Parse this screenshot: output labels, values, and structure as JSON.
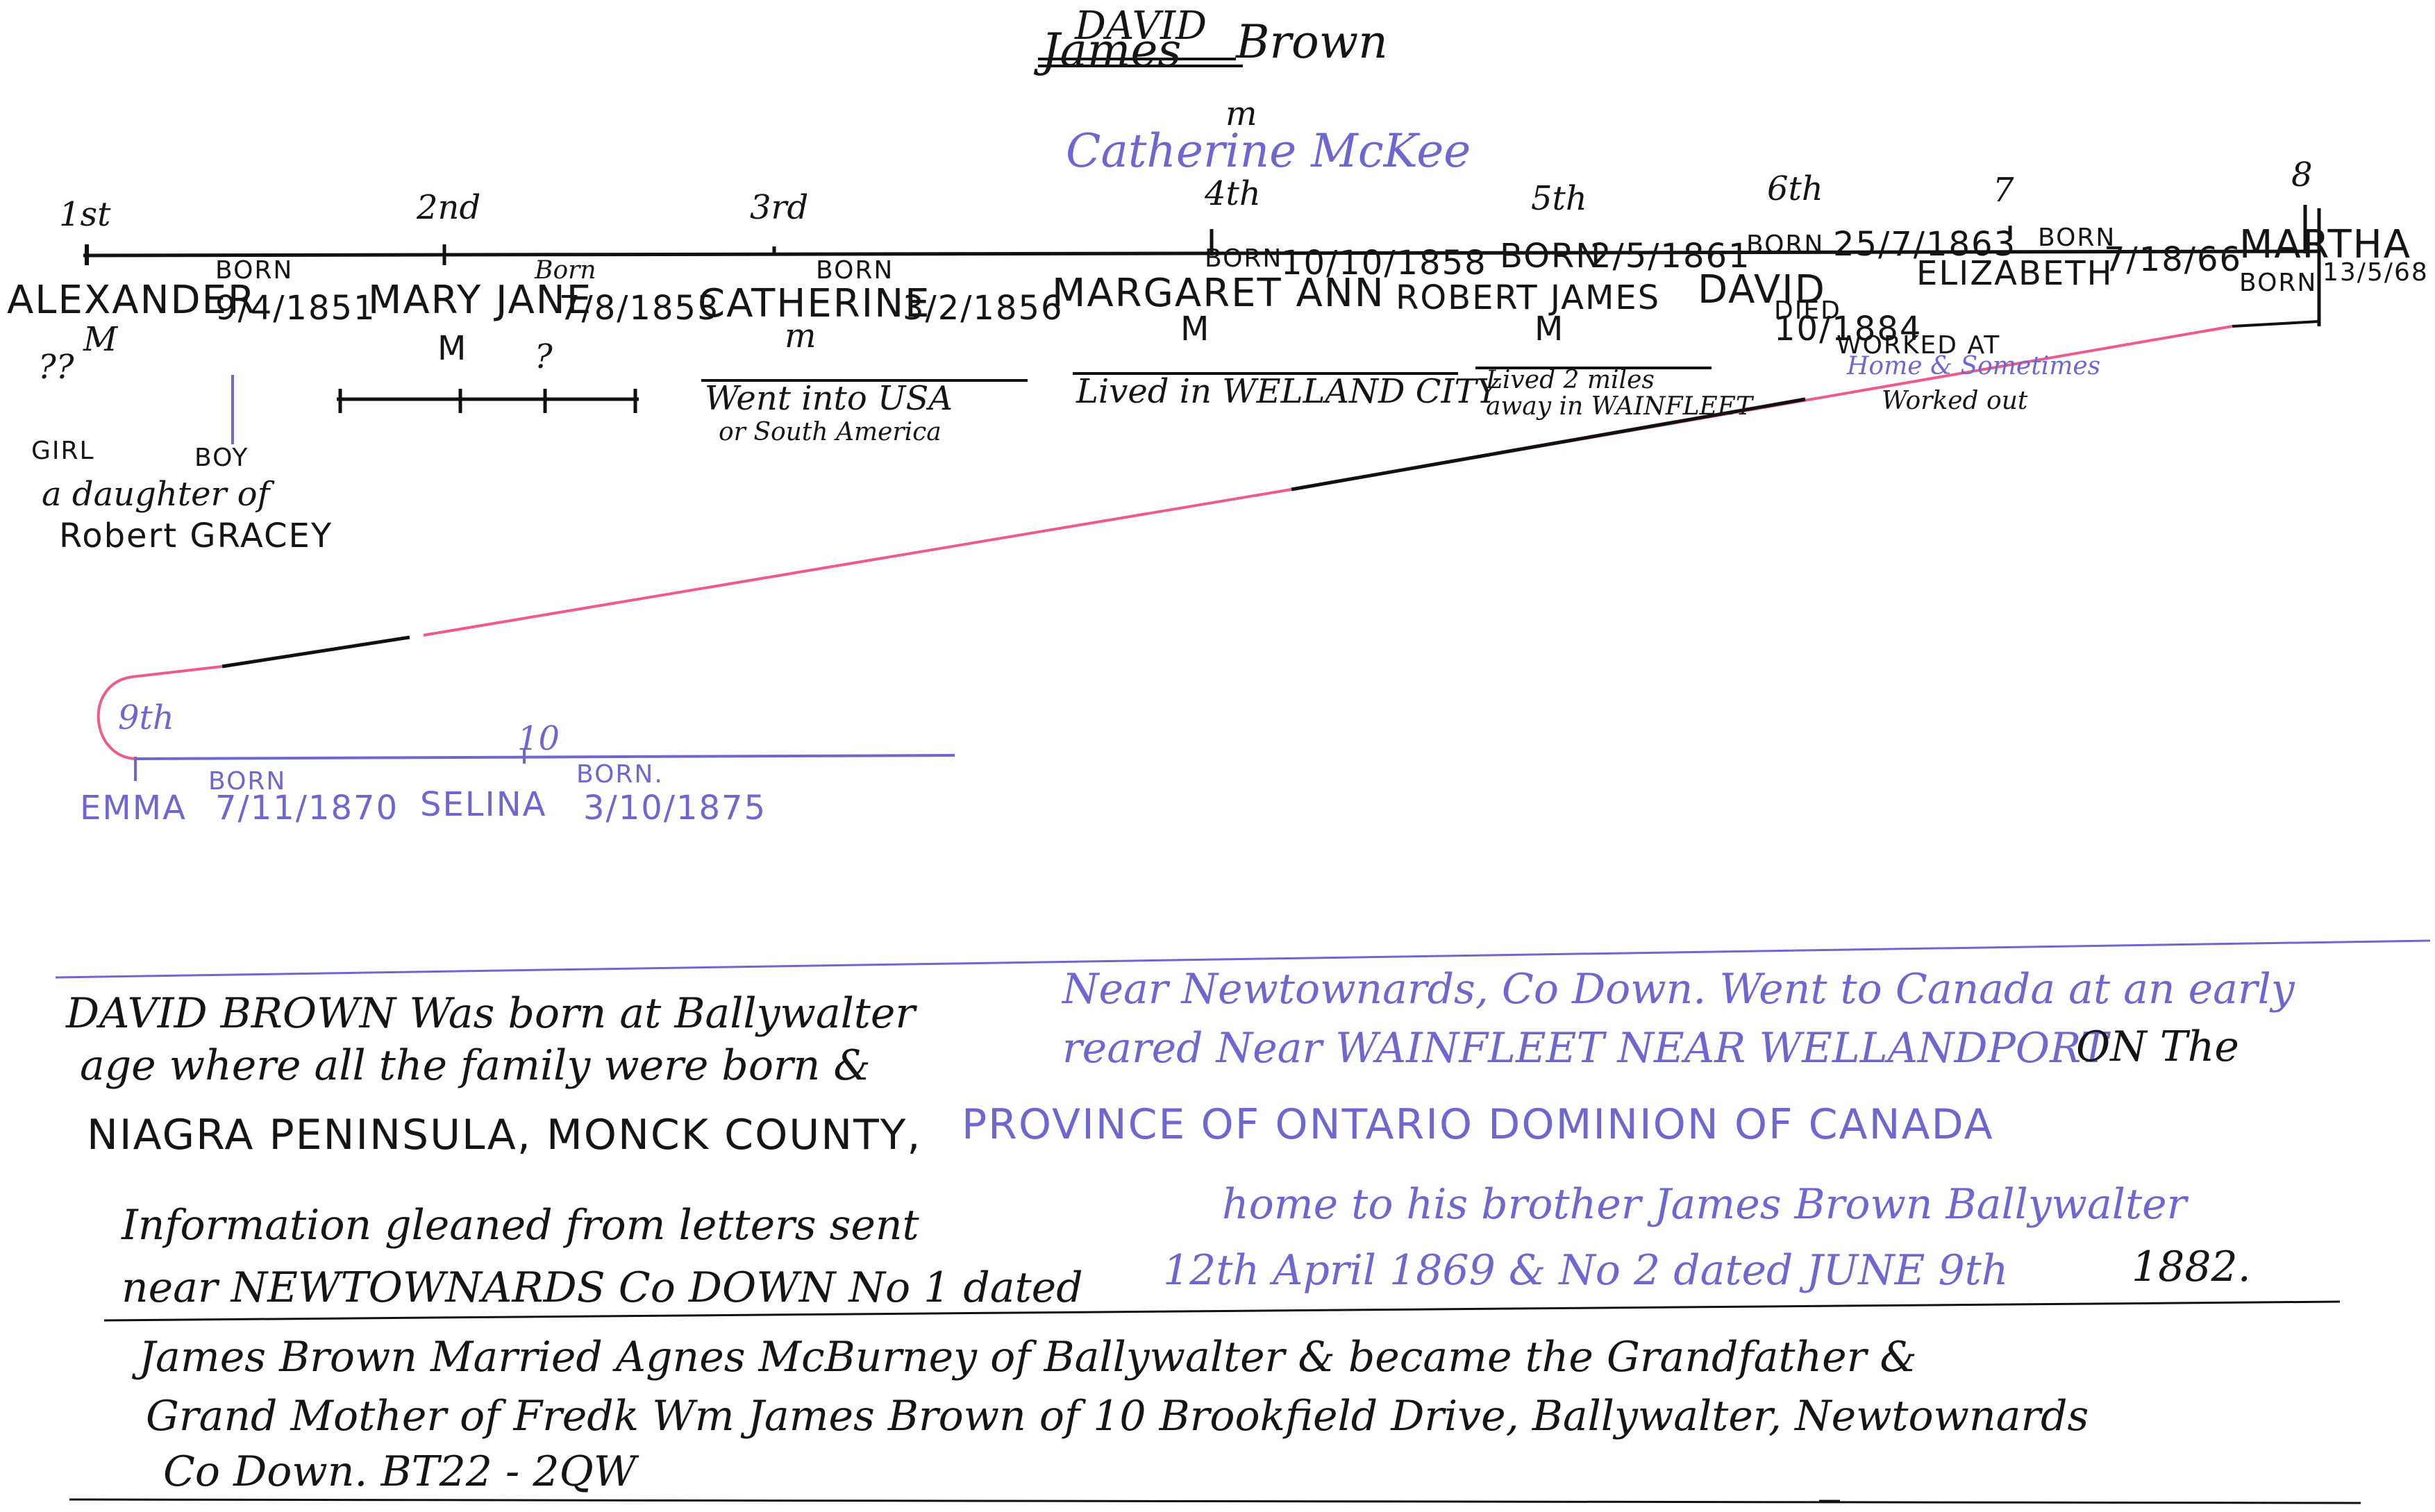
{
  "header": {
    "first_name": "DAVID",
    "struck_name": "James",
    "surname": "Brown",
    "married_mark": "m",
    "spouse": "Catherine McKee"
  },
  "ordinals": [
    "1st",
    "2nd",
    "3rd",
    "4th",
    "5th",
    "6th",
    "7",
    "8",
    "9th",
    "10"
  ],
  "children": {
    "alexander": {
      "name": "ALEXANDER",
      "born_label": "BORN",
      "dob": "9/4/1851",
      "married": "M"
    },
    "mary_jane": {
      "name": "MARY JANE",
      "born_label": "Born",
      "dob": "7/8/1853",
      "married": "M",
      "question": "?"
    },
    "catherine": {
      "name": "CATHERINE",
      "born_label": "BORN",
      "dob": "3/2/1856",
      "married": "m",
      "note_line1": "Went into USA",
      "note_line2": "or South America"
    },
    "margaret_ann": {
      "name": "MARGARET ANN",
      "born_label": "BORN",
      "dob": "10/10/1858",
      "married": "M",
      "note": "Lived in WELLAND CITY"
    },
    "robert_james": {
      "name": "ROBERT JAMES",
      "born_label": "BORN",
      "dob": "2/5/1861",
      "married": "M",
      "note_line1": "Lived 2 miles",
      "note_line2": "away in WAINFLEET"
    },
    "david": {
      "name": "DAVID",
      "born_label": "BORN",
      "dob": "25/7/1863",
      "died_label": "DIED",
      "died": "10/1884",
      "note_line1": "WORKED AT",
      "note_line2": "Home & Sometimes",
      "note_line3": "Worked out"
    },
    "elizabeth": {
      "name": "ELIZABETH",
      "born_label": "BORN",
      "dob": "7/18/66"
    },
    "martha": {
      "name": "MARTHA",
      "born_label": "BORN",
      "dob": "13/5/68"
    },
    "emma": {
      "name": "EMMA",
      "born_label": "BORN",
      "dob": "7/11/1870"
    },
    "selina": {
      "name": "SELINA",
      "born_label": "BORN.",
      "dob": "3/10/1875"
    }
  },
  "alexander_children": {
    "girl": "GIRL",
    "boy": "BOY",
    "daughter_of": "a daughter of",
    "mother": "Robert GRACEY",
    "unknown": "??"
  },
  "narrative": {
    "line1_black": "DAVID BROWN Was born at Ballywalter",
    "line1_blue": "Near Newtownards, Co Down. Went to Canada at an early",
    "line2_black": "age where all the family were born &",
    "line2_blue": "reared Near WAINFLEET NEAR WELLANDPORT",
    "line2_tail": "ON The",
    "line3_black": "NIAGRA PENINSULA, MONCK COUNTY,",
    "line3_blue": "PROVINCE OF ONTARIO DOMINION OF CANADA",
    "line4_black": "Information gleaned from letters sent",
    "line4_blue": "home to his brother James Brown Ballywalter",
    "line5_black": "near NEWTOWNARDS Co DOWN No 1 dated",
    "line5_blue": "12th April 1869 & No 2 dated JUNE 9th",
    "line5_tail": "1882.",
    "line6": "James Brown Married Agnes McBurney of Ballywalter & became the Grandfather &",
    "line7": "Grand Mother of Fredk Wm James Brown of 10 Brookfield Drive, Ballywalter, Newtownards",
    "line8": "Co Down. BT22 - 2QW"
  },
  "colors": {
    "ink": "#151515",
    "blue_ink": "#6f67cf",
    "pink_ink": "#ee5a8c"
  }
}
